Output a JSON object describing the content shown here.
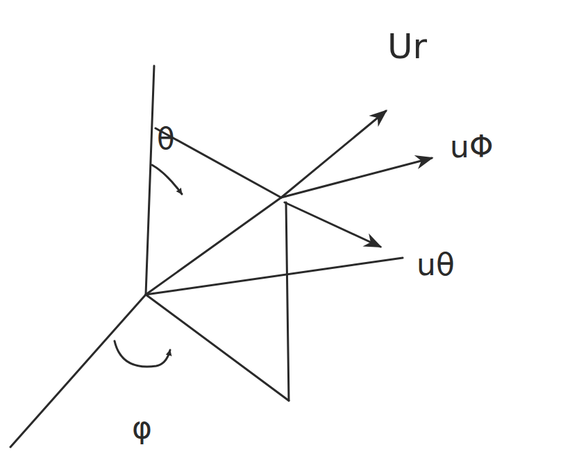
{
  "diagram": {
    "labels": [
      "Ur",
      "uΦ",
      "uθ",
      "θ",
      "φ"
    ]
  }
}
